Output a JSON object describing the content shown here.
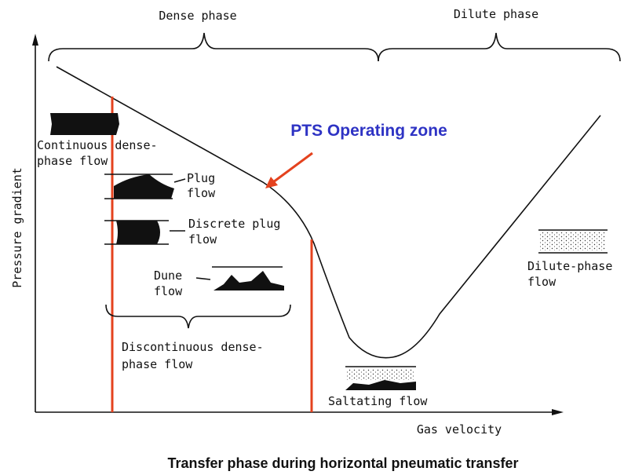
{
  "phases": {
    "dense": "Dense phase",
    "dilute": "Dilute phase"
  },
  "axes": {
    "y_label": "Pressure gradient",
    "x_label": "Gas velocity"
  },
  "annotation": {
    "label": "PTS Operating zone",
    "color": "#2e33c4",
    "line_color": "#e4421e"
  },
  "regimes": {
    "continuous": [
      "Continuous dense-",
      "phase flow"
    ],
    "plug": [
      "Plug",
      "flow"
    ],
    "discrete_plug": [
      "Discrete plug",
      "flow"
    ],
    "dune": [
      "Dune",
      "flow"
    ],
    "discontinuous": [
      "Discontinuous dense-",
      "phase flow"
    ],
    "saltating": "Saltating flow",
    "dilute": [
      "Dilute-phase",
      "flow"
    ]
  },
  "caption": "Transfer phase during horizontal pneumatic transfer"
}
